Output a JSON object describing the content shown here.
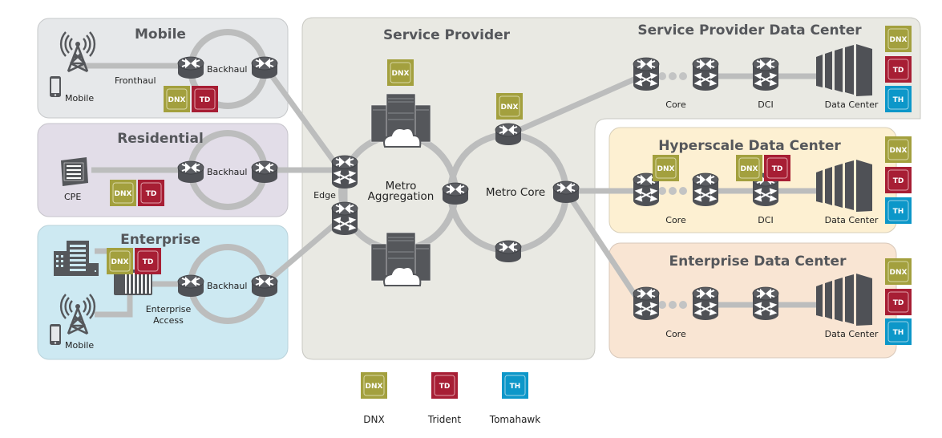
{
  "colors": {
    "dnx": "#a3a03e",
    "td": "#a71e34",
    "th": "#0c97c9",
    "device": "#4f5156",
    "link": "#bcbdbd",
    "mobile_bg": "#e6e8ea",
    "residential_bg": "#e2dde8",
    "enterprise_bg": "#cde9f2",
    "service_provider_bg": "#e9e9e3",
    "hyperscale_bg": "#fdf0d2",
    "enterprise_dc_bg": "#f9e5d3"
  },
  "panels": {
    "mobile": {
      "title": "Mobile",
      "labels": {
        "fronthaul": "Fronthaul",
        "backhaul": "Backhaul",
        "mobile": "Mobile"
      }
    },
    "residential": {
      "title": "Residential",
      "labels": {
        "cpe": "CPE",
        "backhaul": "Backhaul"
      }
    },
    "enterprise": {
      "title": "Enterprise",
      "labels": {
        "backhaul": "Backhaul",
        "access_line1": "Enterprise",
        "access_line2": "Access",
        "mobile": "Mobile"
      }
    },
    "service_provider": {
      "title": "Service Provider",
      "labels": {
        "edge": "Edge",
        "metro_agg_line1": "Metro",
        "metro_agg_line2": "Aggregation",
        "metro_core": "Metro Core"
      }
    },
    "sp_data_center": {
      "title": "Service Provider Data Center",
      "labels": {
        "core": "Core",
        "dci": "DCI",
        "data_center": "Data Center"
      }
    },
    "hyperscale_dc": {
      "title": "Hyperscale Data Center",
      "labels": {
        "core": "Core",
        "dci": "DCI",
        "data_center": "Data Center"
      }
    },
    "enterprise_dc": {
      "title": "Enterprise Data Center",
      "labels": {
        "core": "Core",
        "data_center": "Data Center"
      }
    }
  },
  "chips": {
    "dnx": "DNX",
    "td": "TD",
    "th": "TH"
  },
  "legend": [
    {
      "chip": "DNX",
      "name": "DNX"
    },
    {
      "chip": "TD",
      "name": "Trident"
    },
    {
      "chip": "TH",
      "name": "Tomahawk"
    }
  ]
}
